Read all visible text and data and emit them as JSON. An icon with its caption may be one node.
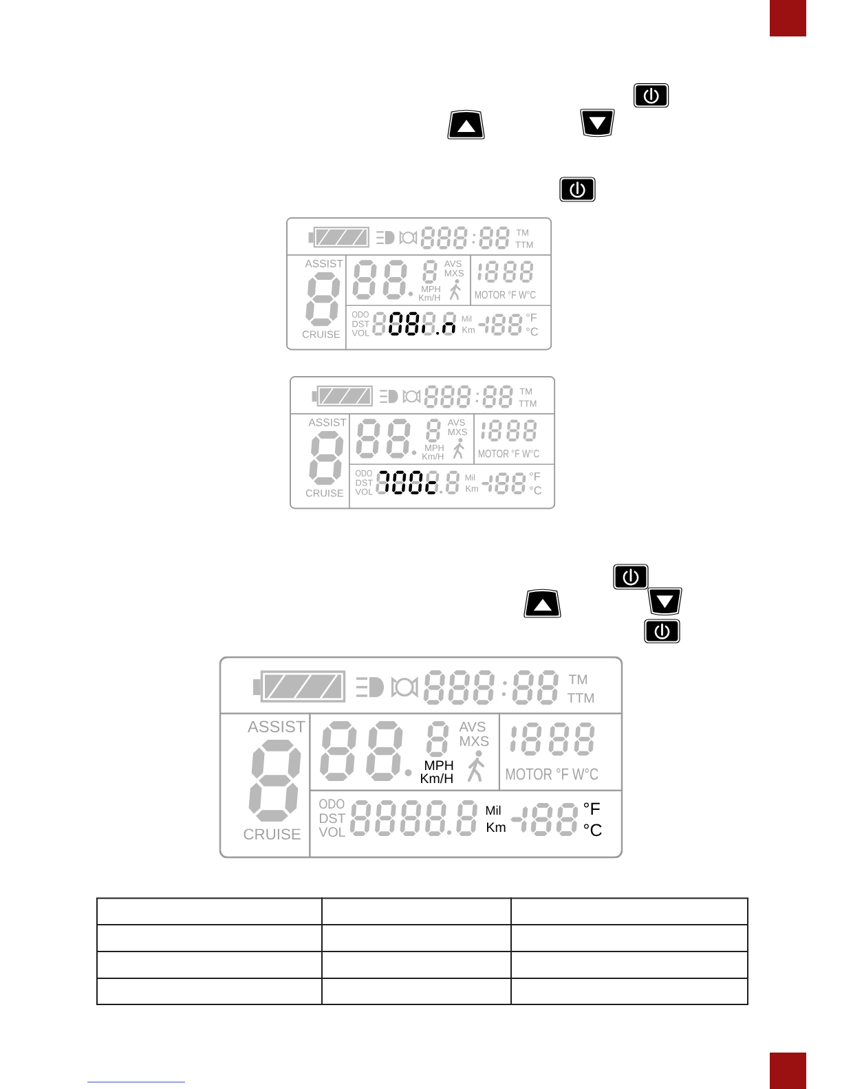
{
  "diagram": {
    "nodes": [
      {
        "text": [],
        "shape": "box"
      },
      {
        "text": [
          "TM",
          "TTM"
        ],
        "in": 0
      },
      {
        "text": [
          "ASSIST",
          "CRUISE"
        ],
        "in": 0
      },
      {
        "text": [
          "AVS",
          "MXS",
          "MPH",
          "Km/H"
        ],
        "in": 0
      },
      {
        "text": [
          "MOTOR °F W°C"
        ],
        "in": 0
      },
      {
        "text": [
          "ODO",
          "DST",
          "VOL",
          "Mil",
          "Km",
          "°F",
          "°C"
        ],
        "in": 0
      },
      {
        "text": [],
        "shape": "box"
      },
      {
        "text": [
          "TM",
          "TTM"
        ],
        "in": 6
      },
      {
        "text": [
          "ASSIST",
          "CRUISE"
        ],
        "in": 6
      },
      {
        "text": [
          "AVS",
          "MXS",
          "MPH",
          "Km/H"
        ],
        "in": 6
      },
      {
        "text": [
          "MOTOR °F W°C"
        ],
        "in": 6
      },
      {
        "text": [
          "ODO",
          "DST",
          "VOL",
          "Mil",
          "Km",
          "°F",
          "°C"
        ],
        "in": 6
      },
      {
        "text": [],
        "shape": "box"
      },
      {
        "text": [
          "TM",
          "TTM"
        ],
        "in": 12
      },
      {
        "text": [
          "ASSIST",
          "CRUISE"
        ],
        "in": 12
      },
      {
        "text": [
          "AVS",
          "MXS",
          "MPH",
          "Km/H"
        ],
        "in": 12
      },
      {
        "text": [
          "MOTOR °F W°C"
        ],
        "in": 12
      },
      {
        "text": [
          "ODO",
          "DST",
          "VOL",
          "Mil",
          "Km",
          "°F",
          "°C"
        ],
        "in": 12
      }
    ]
  }
}
